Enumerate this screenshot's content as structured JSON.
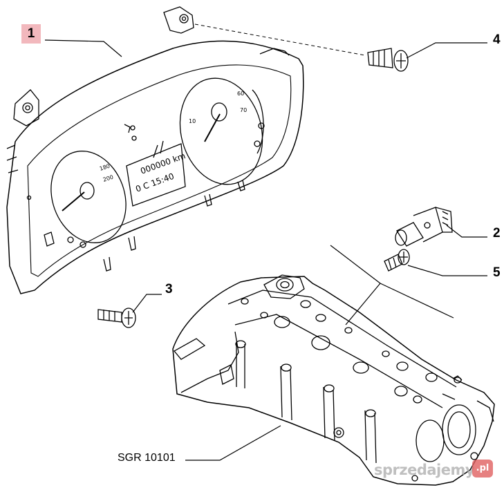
{
  "callouts": {
    "c1": "1",
    "c2": "2",
    "c3": "3",
    "c4": "4",
    "c5": "5"
  },
  "reference": "SGR 10101",
  "cluster": {
    "speed_180": "180",
    "speed_200": "200",
    "rpm_10": "10",
    "rpm_60": "60",
    "rpm_70": "70",
    "odometer": "000000 km",
    "temp_clock": "0 C 15:40"
  },
  "watermark": {
    "text": "sprzedajemy",
    "suffix": ".pl"
  },
  "colors": {
    "callout_1_highlight": "#f2b8bd",
    "line": "#000000"
  }
}
